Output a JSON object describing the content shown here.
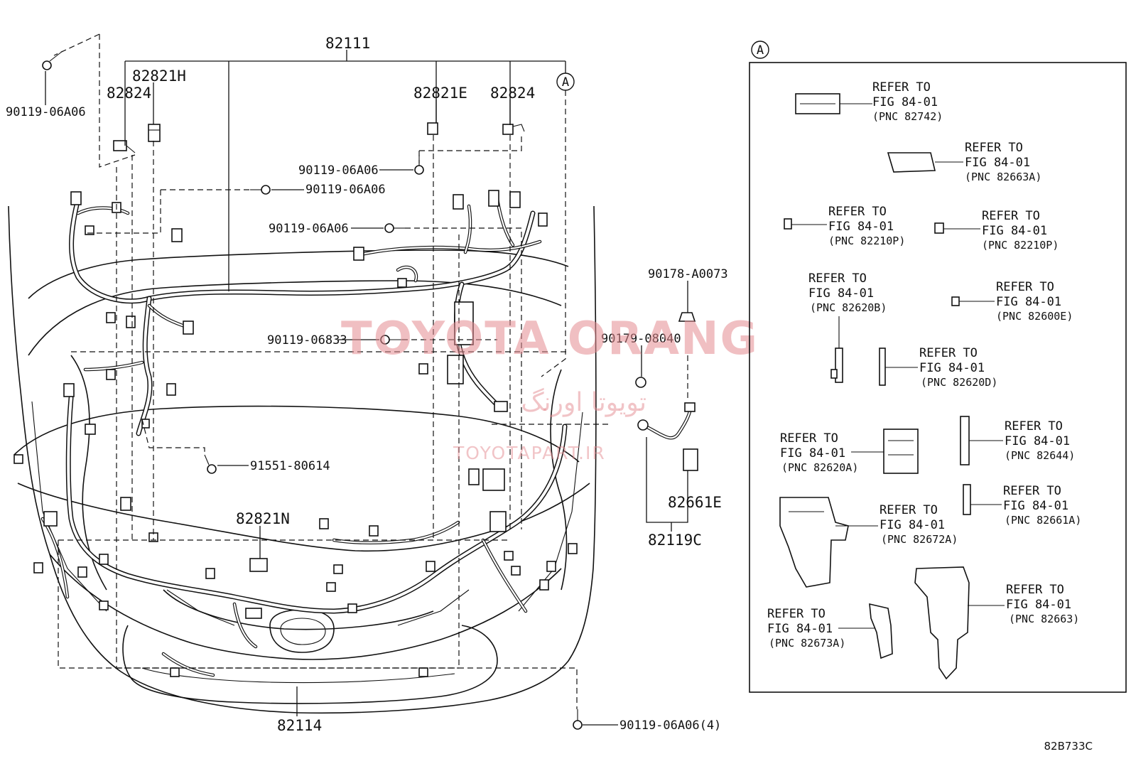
{
  "diagram": {
    "code": "82B733C",
    "watermark": {
      "brand": "TOYOTA ORANG",
      "persian": "تویوتا اورنگ",
      "site": "TOYOTAPART.IR"
    },
    "labels": {
      "l_82111": "82111",
      "l_82821H": "82821H",
      "l_82824_left": "82824",
      "l_82821E": "82821E",
      "l_82824_right": "82824",
      "l_bolt_topleft": "90119-06A06",
      "l_bolt_a": "90119-06A06",
      "l_bolt_b": "90119-06A06",
      "l_bolt_c": "90119-06A06",
      "l_bolt_06833": "90119-06833",
      "l_91551": "91551-80614",
      "l_82821N": "82821N",
      "l_82114": "82114",
      "l_bolt_bottom": "90119-06A06(4)",
      "l_90178": "90178-A0073",
      "l_90179": "90179-08040",
      "l_82661E": "82661E",
      "l_82119C": "82119C"
    },
    "detail_panel": {
      "marker": "A",
      "refs": [
        {
          "line1": "REFER TO",
          "line2": "FIG 84-01",
          "pnc": "(PNC 82742)"
        },
        {
          "line1": "REFER TO",
          "line2": "FIG 84-01",
          "pnc": "(PNC 82663A)"
        },
        {
          "line1": "REFER TO",
          "line2": "FIG 84-01",
          "pnc": "(PNC 82210P)"
        },
        {
          "line1": "REFER TO",
          "line2": "FIG 84-01",
          "pnc": "(PNC 82210P)"
        },
        {
          "line1": "REFER TO",
          "line2": "FIG 84-01",
          "pnc": "(PNC 82620B)"
        },
        {
          "line1": "REFER TO",
          "line2": "FIG 84-01",
          "pnc": "(PNC 82600E)"
        },
        {
          "line1": "REFER TO",
          "line2": "FIG 84-01",
          "pnc": "(PNC 82620D)"
        },
        {
          "line1": "REFER TO",
          "line2": "FIG 84-01",
          "pnc": "(PNC 82620A)"
        },
        {
          "line1": "REFER TO",
          "line2": "FIG 84-01",
          "pnc": "(PNC 82644)"
        },
        {
          "line1": "REFER TO",
          "line2": "FIG 84-01",
          "pnc": "(PNC 82661A)"
        },
        {
          "line1": "REFER TO",
          "line2": "FIG 84-01",
          "pnc": "(PNC 82672A)"
        },
        {
          "line1": "REFER TO",
          "line2": "FIG 84-01",
          "pnc": "(PNC 82663)"
        },
        {
          "line1": "REFER TO",
          "line2": "FIG 84-01",
          "pnc": "(PNC 82673A)"
        }
      ]
    }
  }
}
